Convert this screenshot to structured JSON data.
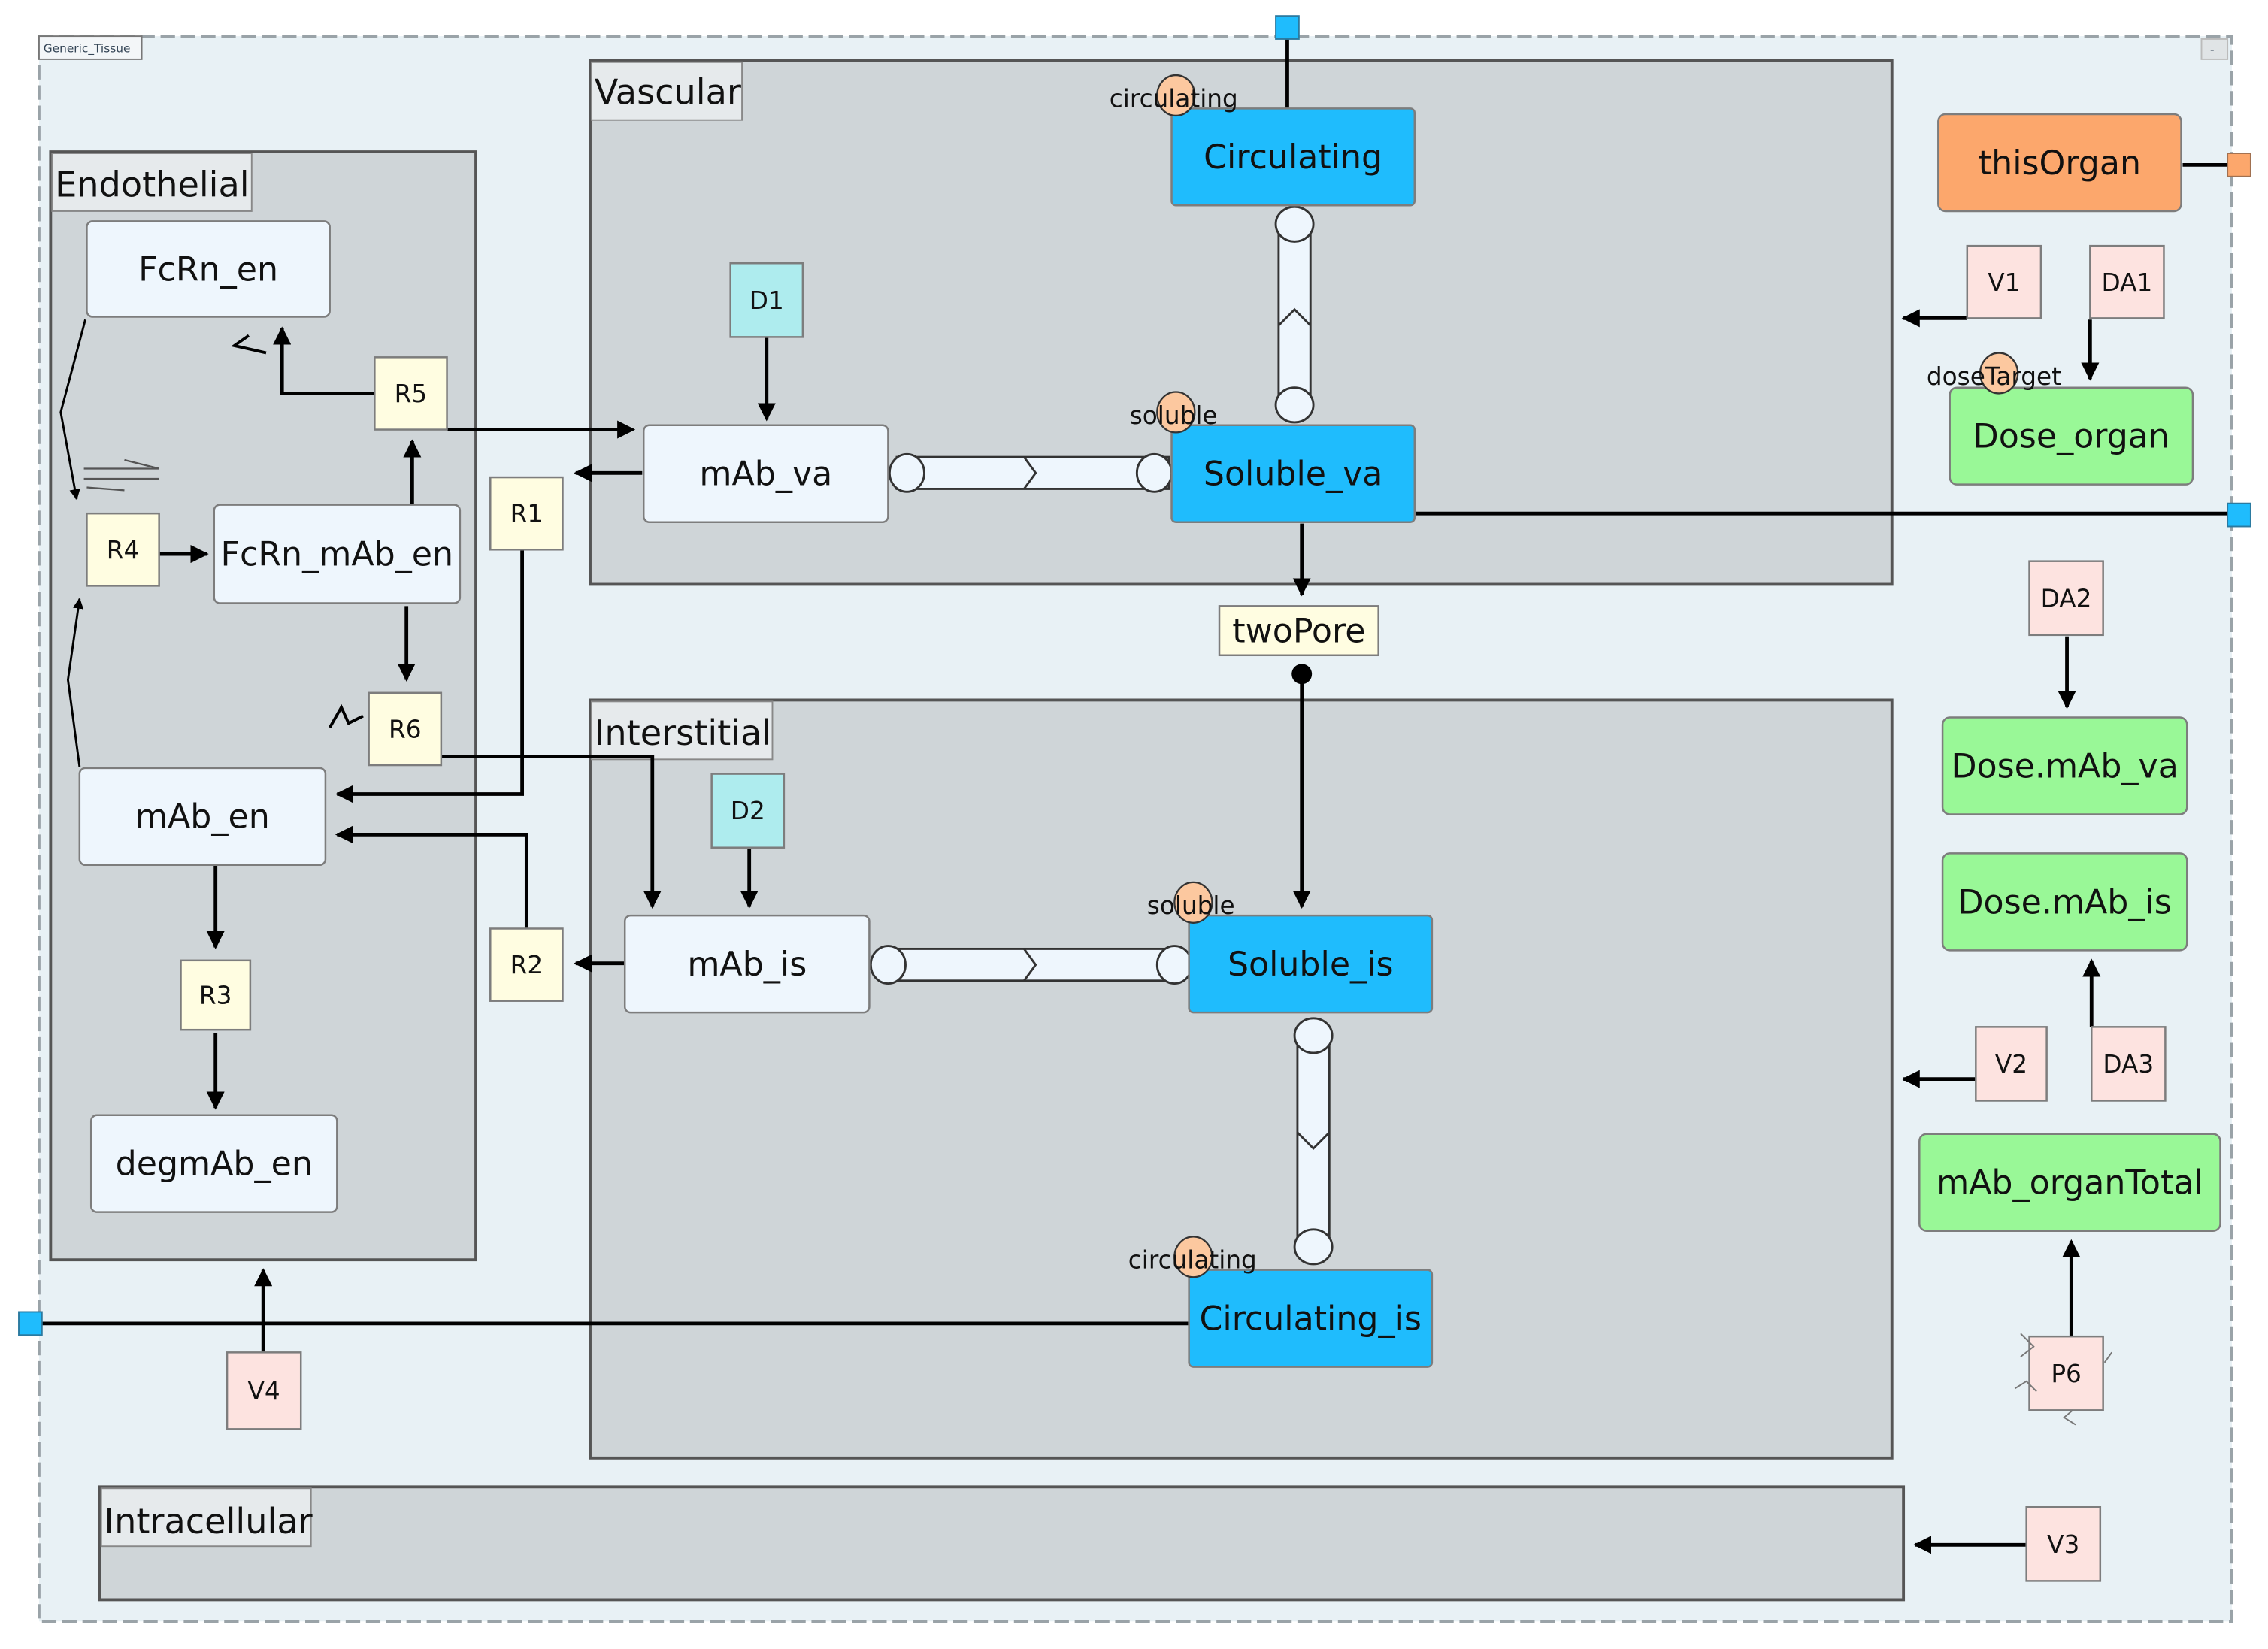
{
  "diagram": {
    "title": "Generic_Tissue",
    "collapse_button": "-",
    "compartments": {
      "vascular": "Vascular",
      "endothelial": "Endothelial",
      "interstitial": "Interstitial",
      "intracellular": "Intracellular"
    },
    "species": {
      "fcrn_en": "FcRn_en",
      "fcrn_mab_en": "FcRn_mAb_en",
      "mab_en": "mAb_en",
      "degmab_en": "degmAb_en",
      "mab_va": "mAb_va",
      "mab_is": "mAb_is",
      "circulating": "Circulating",
      "soluble_va": "Soluble_va",
      "soluble_is": "Soluble_is",
      "circulating_is": "Circulating_is"
    },
    "ports": {
      "circulating_va": "circulating",
      "soluble_va": "soluble",
      "soluble_is": "soluble",
      "circulating_is": "circulating",
      "dose_target": "doseTarget"
    },
    "reactions": [
      "R1",
      "R2",
      "R3",
      "R4",
      "R5",
      "R6"
    ],
    "reaction_twopore": "twoPore",
    "events": {
      "d1": "D1",
      "d2": "D2"
    },
    "rules": {
      "v1": "V1",
      "v2": "V2",
      "v3": "V3",
      "v4": "V4",
      "da1": "DA1",
      "da2": "DA2",
      "da3": "DA3",
      "p6": "P6"
    },
    "outputs": {
      "this_organ": "thisOrgan",
      "dose_organ": "Dose_organ",
      "dose_mab_va": "Dose.mAb_va",
      "dose_mab_is": "Dose.mAb_is",
      "mab_organ_total": "mAb_organTotal"
    },
    "colors": {
      "background": "#e8f1f5",
      "compartment": "#cfd5d8",
      "species": "#eef6fd",
      "port_species": "#1fbcfd",
      "reaction": "#fffde1",
      "event": "#aeecee",
      "rule": "#fde3e0",
      "output": "#99f897",
      "organ": "#fca76c",
      "port_dot": "#fcc89f"
    }
  }
}
